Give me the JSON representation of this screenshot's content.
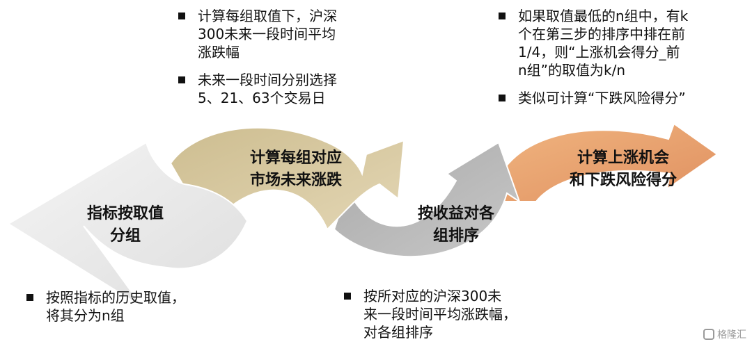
{
  "colors": {
    "step1": "#e9e9e9",
    "step2": "#d9c9a0",
    "step3": "#b7b7b7",
    "step4": "#e8a56e",
    "text": "#111111"
  },
  "steps": [
    {
      "lines": [
        "指标按取值",
        "分组"
      ]
    },
    {
      "lines": [
        "计算每组对应",
        "市场未来涨跌"
      ]
    },
    {
      "lines": [
        "按收益对各",
        "组排序"
      ]
    },
    {
      "lines": [
        "计算上涨机会",
        "和下跌风险得分"
      ]
    }
  ],
  "notes": {
    "step1": [
      {
        "lines": [
          "按照指标的历史取值，",
          "将其分为n组"
        ]
      }
    ],
    "step2": [
      {
        "lines": [
          "计算每组取值下，沪深",
          "300未来一段时间平均",
          "涨跌幅"
        ]
      },
      {
        "lines": [
          "未来一段时间分别选择",
          "5、21、63个交易日"
        ]
      }
    ],
    "step3": [
      {
        "lines": [
          "按所对应的沪深300未",
          "来一段时间平均涨跌幅，",
          "对各组排序"
        ]
      }
    ],
    "step4": [
      {
        "lines": [
          "如果取值最低的n组中，有k",
          "个在第三步的排序中排在前",
          "1/4，则“上涨机会得分_前",
          "n组”的取值为k/n"
        ]
      },
      {
        "lines": [
          "类似可计算“下跌风险得分”"
        ]
      }
    ]
  },
  "watermark": {
    "icon": "gezhi-logo-icon",
    "text": "格隆汇"
  }
}
